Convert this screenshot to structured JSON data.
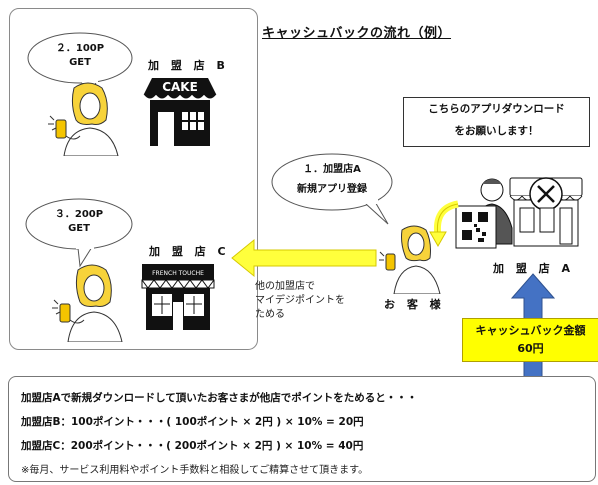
{
  "title": "キャッシュバックの流れ（例）",
  "bubbles": {
    "b": {
      "line1": "２．100P",
      "line2": "GET"
    },
    "c": {
      "line1": "３．200P",
      "line2": "GET"
    },
    "a": {
      "line1": "１．加盟店A",
      "line2": "新規アプリ登録"
    }
  },
  "shops": {
    "b_label": "加 盟 店 B",
    "b_sign": "CAKE",
    "c_label": "加 盟 店 C",
    "c_sign": "FRENCH TOUCHE",
    "a_label": "加 盟 店 A"
  },
  "notice": {
    "line1": "こちらのアプリダウンロード",
    "line2": "をお願いします！"
  },
  "flow_note": {
    "line1": "他の加盟店で",
    "line2": "マイデジポイントを",
    "line3": "ためる"
  },
  "customer_label": "お 客 様",
  "cashback": {
    "line1": "キャッシュバック金額",
    "line2": "60円"
  },
  "summary": {
    "line1": "加盟店Aで新規ダウンロードして頂いたお客さまが他店でポイントをためると・・・",
    "line2": "加盟店B：100ポイント・・・( 100ポイント × 2円 ) × 10% = 20円",
    "line3": "加盟店C：200ポイント・・・( 200ポイント × 2円 ) × 10% = 40円",
    "note": "※毎月、サービス利用料やポイント手数料と相殺してご精算させて頂きます。"
  },
  "colors": {
    "yellow_arrow": "#ffff3c",
    "blue_arrow": "#4472c4",
    "cashback_bg": "#ffff00",
    "hair": "#f7d33a",
    "phone": "#f4c400"
  }
}
